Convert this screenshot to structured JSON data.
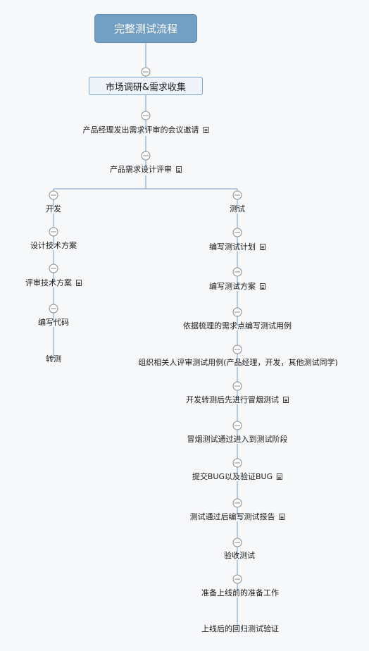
{
  "diagram": {
    "root": "完整测试流程",
    "main_steps": [
      {
        "label": "市场调研&需求收集",
        "note": false
      },
      {
        "label": "产品经理发出需求评审的会议邀请",
        "note": true
      },
      {
        "label": "产品需求设计评审",
        "note": true
      }
    ],
    "dev_branch": [
      {
        "label": "开发",
        "note": false
      },
      {
        "label": "设计技术方案",
        "note": false
      },
      {
        "label": "评审技术方案",
        "note": true
      },
      {
        "label": "编写代码",
        "note": false
      },
      {
        "label": "转测",
        "note": false
      }
    ],
    "test_branch": [
      {
        "label": "测试",
        "note": false
      },
      {
        "label": "编写测试计划",
        "note": true
      },
      {
        "label": "编写测试方案",
        "note": true
      },
      {
        "label": "依据梳理的需求点编写测试用例",
        "note": false
      },
      {
        "label": "组织相关人评审测试用例(产品经理，开发，其他测试同学)",
        "note": false
      },
      {
        "label": "开发转测后先进行冒烟测试",
        "note": true
      },
      {
        "label": "冒烟测试通过进入到测试阶段",
        "note": false
      },
      {
        "label": "提交BUG以及验证BUG",
        "note": true
      },
      {
        "label": "测试通过后编写测试报告",
        "note": true
      },
      {
        "label": "验收测试",
        "note": false
      },
      {
        "label": "准备上线前的准备工作",
        "note": false
      },
      {
        "label": "上线后的回归测试验证",
        "note": false
      }
    ]
  }
}
